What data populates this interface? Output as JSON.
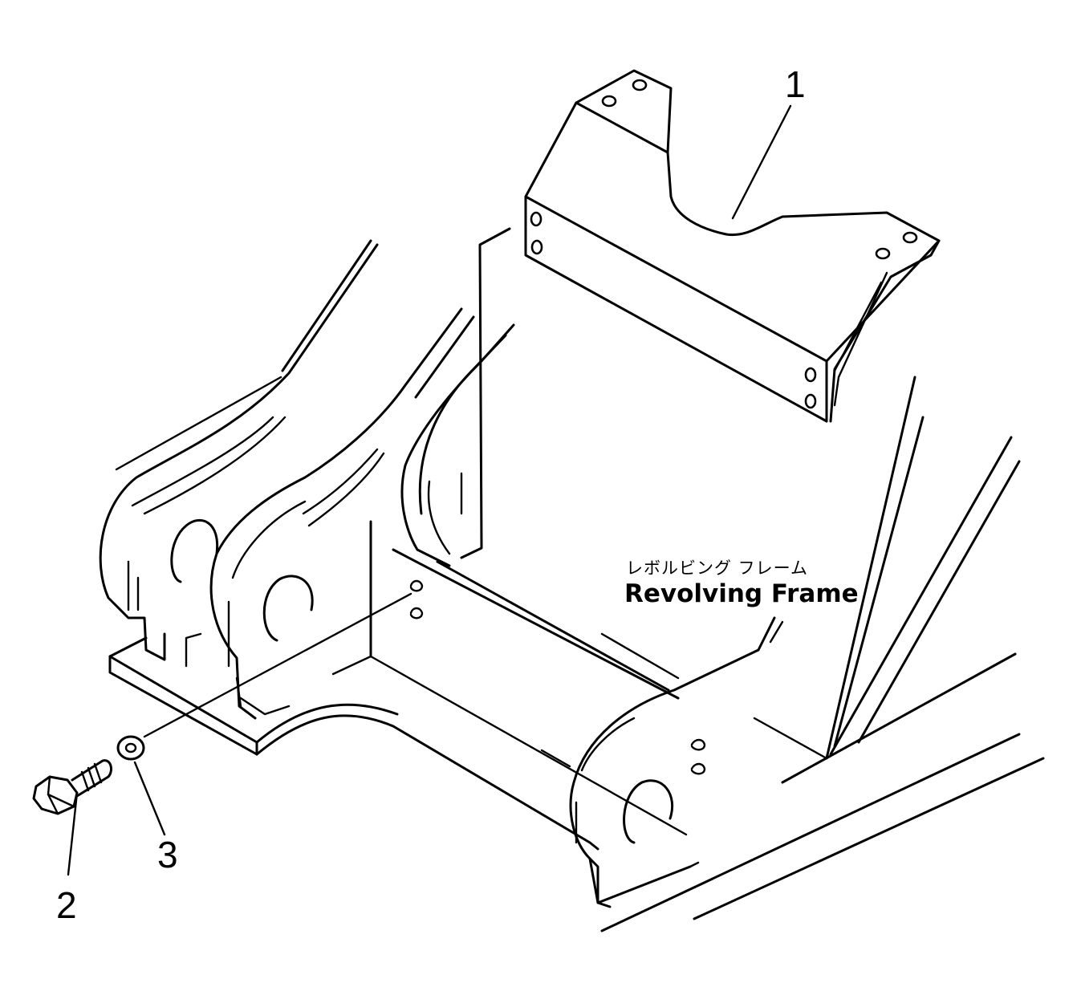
{
  "callouts": {
    "part1": "1",
    "part2": "2",
    "part3": "3"
  },
  "assembly_label": {
    "japanese": "レボルビング フレーム",
    "english": "Revolving Frame"
  },
  "colors": {
    "line": "#000000",
    "background": "#ffffff"
  }
}
